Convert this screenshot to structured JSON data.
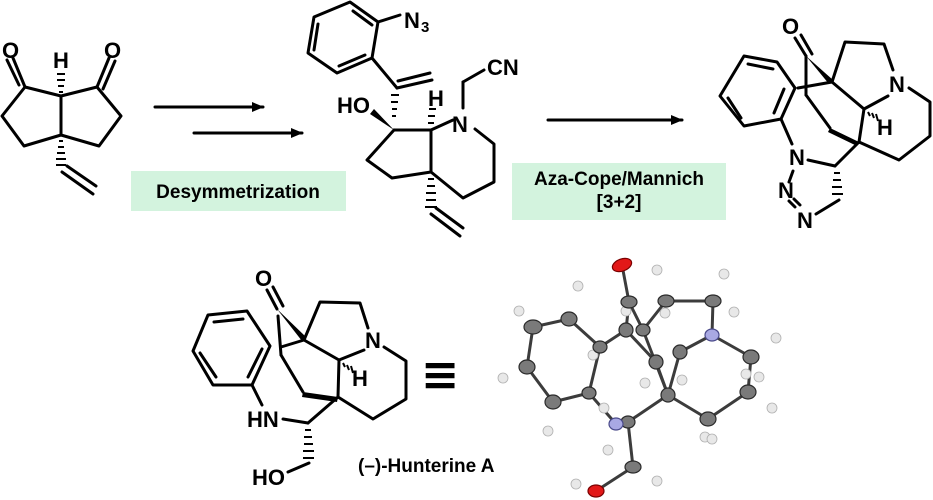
{
  "scheme": {
    "start_material": {
      "atoms": {
        "o_left": "O",
        "o_right": "O",
        "h": "H"
      }
    },
    "step1": {
      "label": "Desymmetrization"
    },
    "intermediate": {
      "atoms": {
        "n3": "N",
        "n3_sub": "3",
        "cn": "CN",
        "ho": "HO",
        "h": "H",
        "n": "N"
      }
    },
    "step2": {
      "label_line1": "Aza-Cope/Mannich",
      "label_line2": "[3+2]"
    },
    "triazoline": {
      "atoms": {
        "o": "O",
        "n_ring": "N",
        "h": "H",
        "n1": "N",
        "n2": "N",
        "n3": "N"
      }
    },
    "product": {
      "name": "(–)-Hunterine A",
      "equivalence_symbol": "≡",
      "atoms": {
        "o": "O",
        "n": "N",
        "h": "H",
        "hn": "HN",
        "ho": "HO"
      }
    },
    "colors": {
      "label_bg": "#d3f3de",
      "xray_carbon": "#7a7a7a",
      "xray_nitrogen": "#a9a9e3",
      "xray_oxygen": "#e21818",
      "xray_hydrogen": "#e8e8e8"
    }
  }
}
